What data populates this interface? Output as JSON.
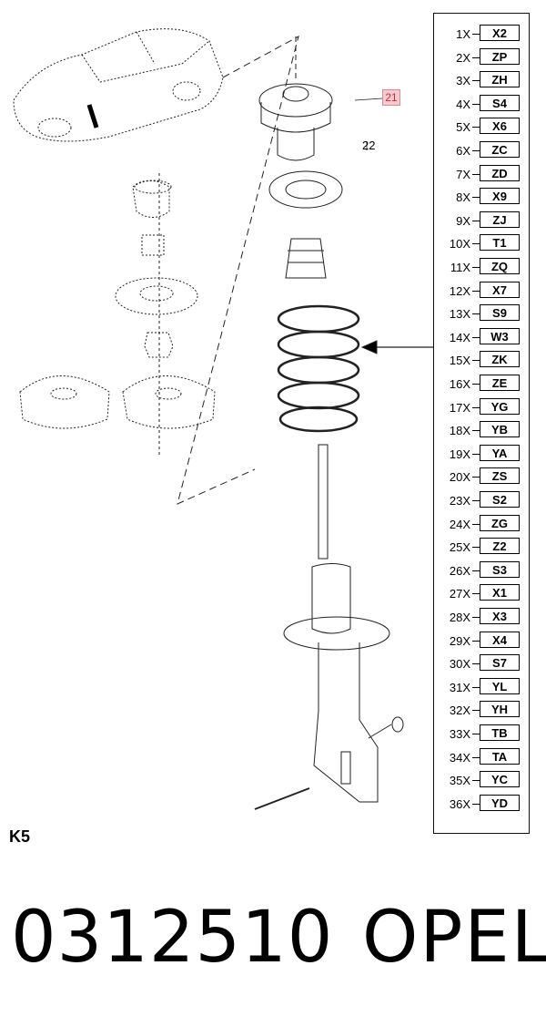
{
  "callouts": {
    "c21": "21",
    "c22": "22"
  },
  "legend": [
    {
      "qty": "1X",
      "code": "X2"
    },
    {
      "qty": "2X",
      "code": "ZP"
    },
    {
      "qty": "3X",
      "code": "ZH"
    },
    {
      "qty": "4X",
      "code": "S4"
    },
    {
      "qty": "5X",
      "code": "X6"
    },
    {
      "qty": "6X",
      "code": "ZC"
    },
    {
      "qty": "7X",
      "code": "ZD"
    },
    {
      "qty": "8X",
      "code": "X9"
    },
    {
      "qty": "9X",
      "code": "ZJ"
    },
    {
      "qty": "10X",
      "code": "T1"
    },
    {
      "qty": "11X",
      "code": "ZQ"
    },
    {
      "qty": "12X",
      "code": "X7"
    },
    {
      "qty": "13X",
      "code": "S9"
    },
    {
      "qty": "14X",
      "code": "W3"
    },
    {
      "qty": "15X",
      "code": "ZK"
    },
    {
      "qty": "16X",
      "code": "ZE"
    },
    {
      "qty": "17X",
      "code": "YG"
    },
    {
      "qty": "18X",
      "code": "YB"
    },
    {
      "qty": "19X",
      "code": "YA"
    },
    {
      "qty": "20X",
      "code": "ZS"
    },
    {
      "qty": "23X",
      "code": "S2"
    },
    {
      "qty": "24X",
      "code": "ZG"
    },
    {
      "qty": "25X",
      "code": "Z2"
    },
    {
      "qty": "26X",
      "code": "S3"
    },
    {
      "qty": "27X",
      "code": "X1"
    },
    {
      "qty": "28X",
      "code": "X3"
    },
    {
      "qty": "29X",
      "code": "X4"
    },
    {
      "qty": "30X",
      "code": "S7"
    },
    {
      "qty": "31X",
      "code": "YL"
    },
    {
      "qty": "32X",
      "code": "YH"
    },
    {
      "qty": "33X",
      "code": "TB"
    },
    {
      "qty": "34X",
      "code": "TA"
    },
    {
      "qty": "35X",
      "code": "YC"
    },
    {
      "qty": "36X",
      "code": "YD"
    }
  ],
  "fig_label": "K5",
  "part_number": "0312510",
  "brand": "OPEL",
  "colors": {
    "callout_highlight": "#f6c9cf",
    "callout_text": "#c0303f"
  }
}
